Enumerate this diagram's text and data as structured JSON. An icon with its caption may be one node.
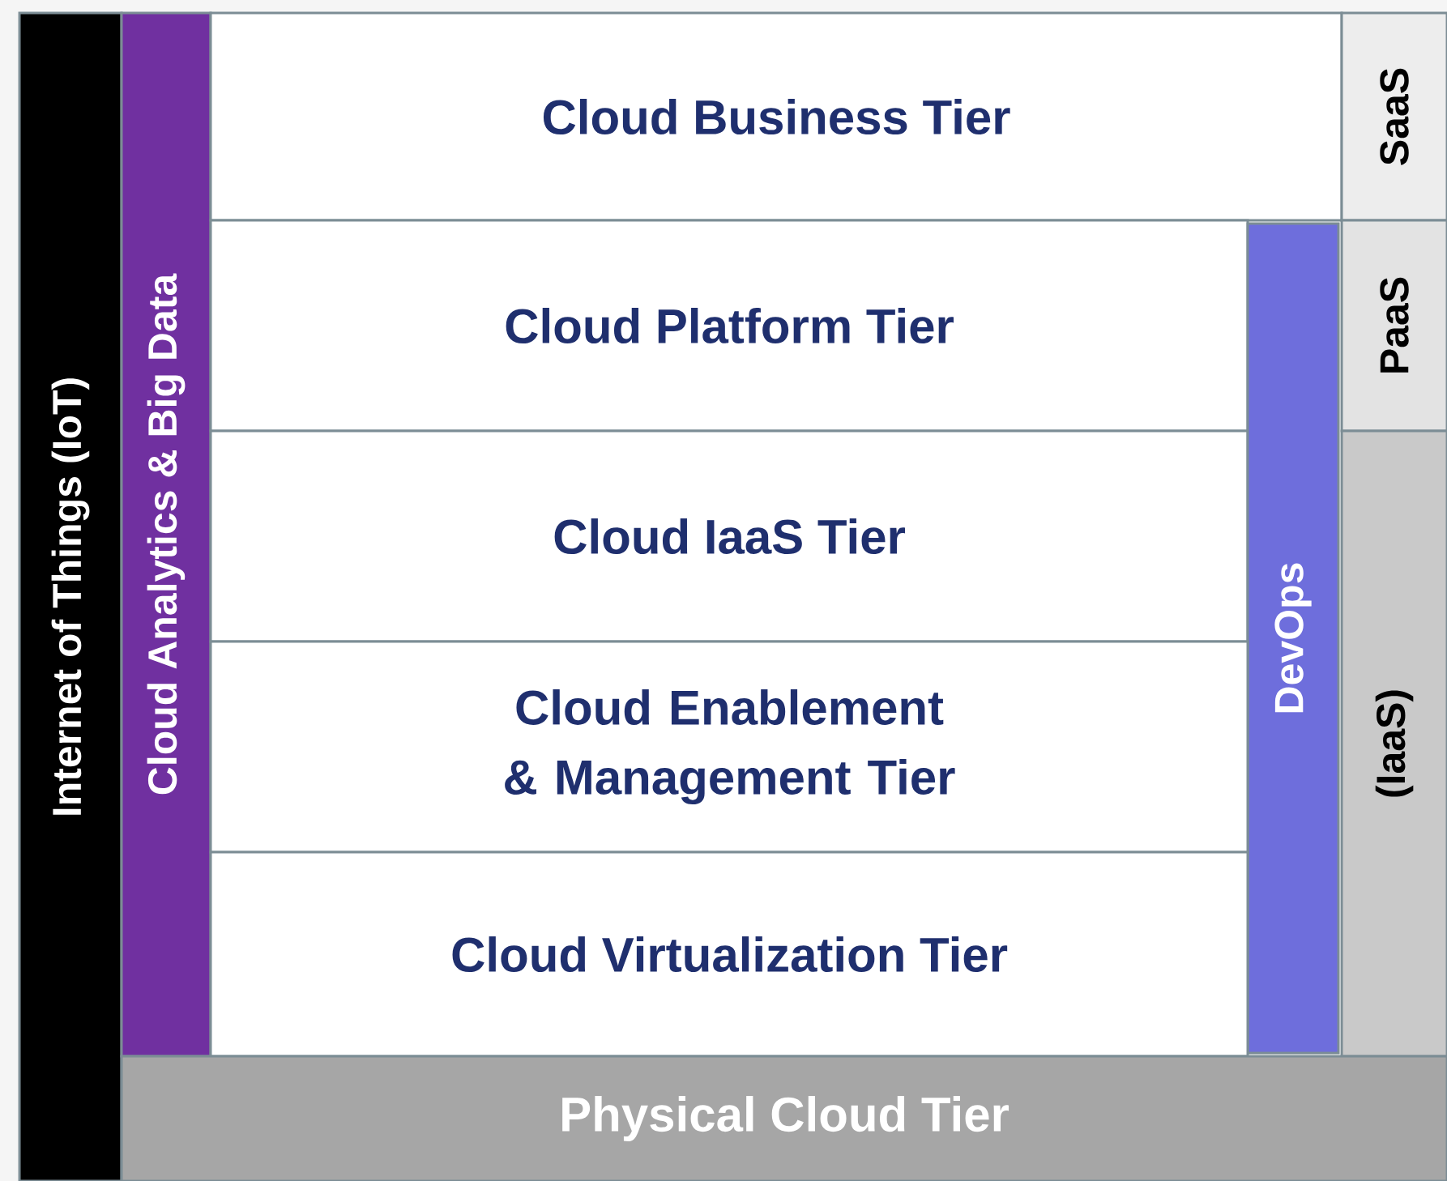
{
  "diagram": {
    "nodes": [
      {
        "text": [
          "Internet of Things (IoT)"
        ]
      },
      {
        "text": [
          "Cloud Analytics & Big Data"
        ]
      },
      {
        "text": [
          "Cloud Business Tier"
        ]
      },
      {
        "text": [
          "SaaS"
        ]
      },
      {
        "text": [
          "Cloud Platform Tier"
        ]
      },
      {
        "text": [
          "PaaS"
        ]
      },
      {
        "text": [
          "Cloud IaaS Tier"
        ]
      },
      {
        "text": [
          "DevOps"
        ]
      },
      {
        "text": [
          "Cloud Enablement & Management Tier"
        ]
      },
      {
        "text": [
          "(IaaS)"
        ]
      },
      {
        "text": [
          "Cloud Virtualization Tier"
        ]
      },
      {
        "text": [
          "Physical Cloud Tier"
        ]
      }
    ]
  }
}
